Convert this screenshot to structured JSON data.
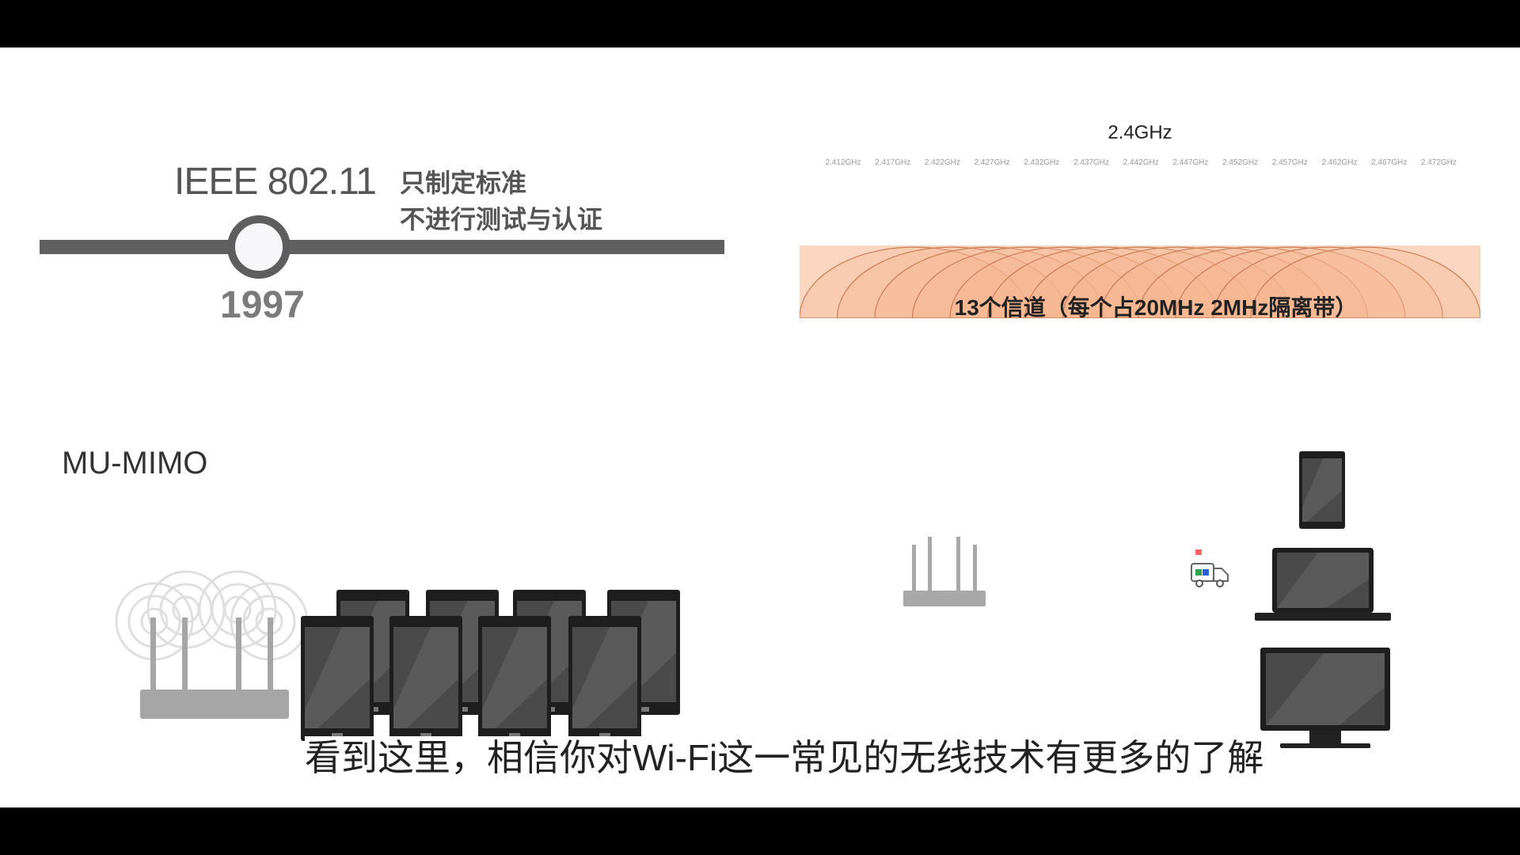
{
  "timeline": {
    "title": "IEEE 802.11",
    "description_line1": "只制定标准",
    "description_line2": "不进行测试与认证",
    "year": "1997"
  },
  "channels": {
    "band": "2.4GHz",
    "frequencies": [
      "2.412GHz",
      "2.417GHz",
      "2.422GHz",
      "2.427GHz",
      "2.432GHz",
      "2.437GHz",
      "2.442GHz",
      "2.447GHz",
      "2.452GHz",
      "2.457GHz",
      "2.462GHz",
      "2.467GHz",
      "2.472GHz"
    ],
    "caption": "13个信道（每个占20MHz 2MHz隔离带）",
    "colors": {
      "fill": "#f6b48f",
      "stroke": "#c97d56"
    }
  },
  "mimo": {
    "title": "MU-MIMO",
    "tablet_count": 8
  },
  "subtitle": "看到这里，相信你对Wi-Fi这一常见的无线技术有更多的了解",
  "icons": [
    "router-icon",
    "tablet-icon",
    "phone-icon",
    "laptop-icon",
    "monitor-icon",
    "truck-icon",
    "wifi-signal-icon"
  ]
}
